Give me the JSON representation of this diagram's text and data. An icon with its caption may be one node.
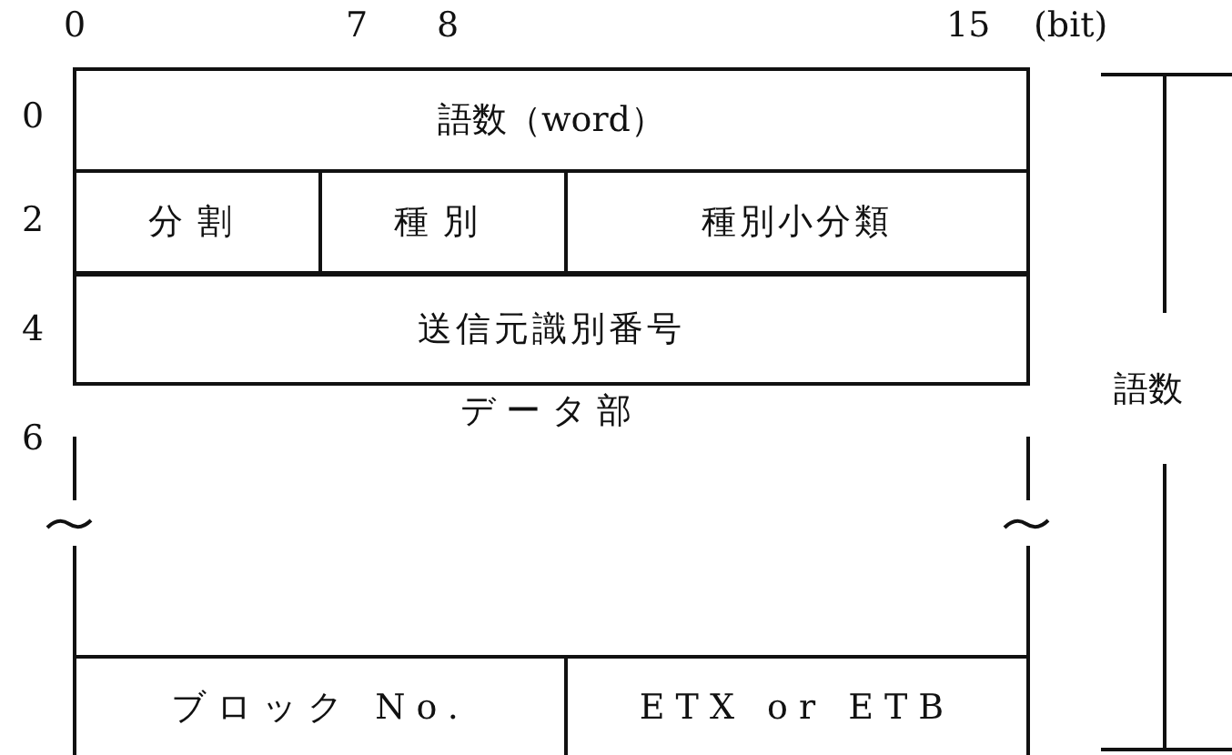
{
  "diagram": {
    "nodes": [
      {
        "text": [
          "語数（word）"
        ]
      },
      {
        "text": [
          "分割"
        ]
      },
      {
        "text": [
          "種別"
        ]
      },
      {
        "text": [
          "種別小分類"
        ]
      },
      {
        "text": [
          "送信元識別番号"
        ]
      },
      {
        "text": [
          "データ部"
        ]
      },
      {
        "text": [
          "ブロック No."
        ]
      },
      {
        "text": [
          "ETX or ETB"
        ]
      }
    ],
    "edges": [],
    "labels": [
      "0",
      "7",
      "8",
      "15",
      "(bit)",
      "0",
      "2",
      "4",
      "6",
      "語数"
    ]
  }
}
